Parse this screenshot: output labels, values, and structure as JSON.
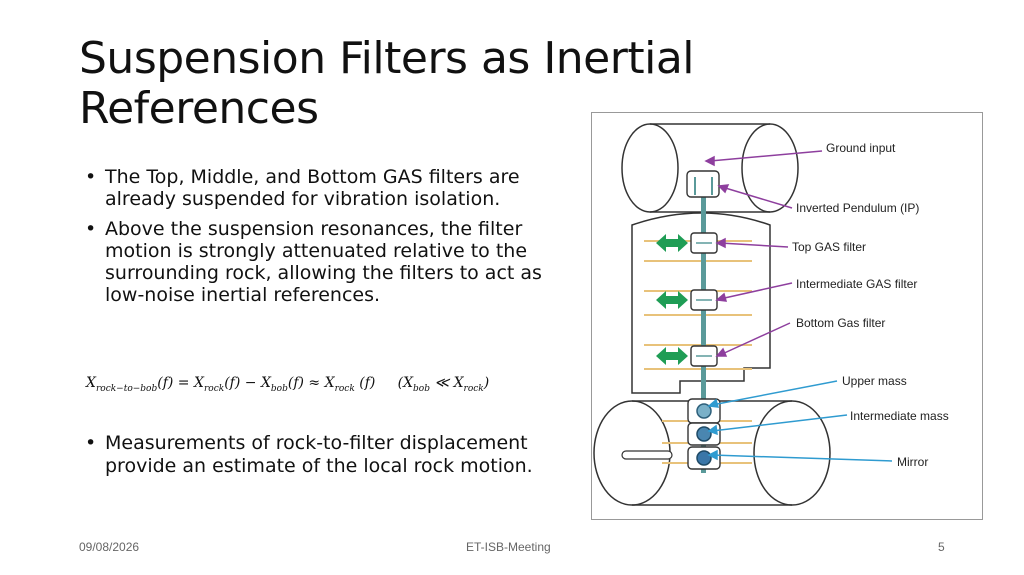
{
  "slide": {
    "title_line1": "Suspension Filters as Inertial",
    "title_line2": "References",
    "bullets": [
      "The Top, Middle, and Bottom GAS filters are already suspended for vibration isolation.",
      "Above the suspension resonances, the filter motion is strongly attenuated relative to the surrounding rock, allowing the filters to act as low-noise inertial references."
    ],
    "bullet3": "Measurements of  rock-to-filter displacement provide an estimate of the local rock motion.",
    "footer": {
      "date": "09/08/2026",
      "center": "ET-ISB-Meeting",
      "page": "5"
    }
  },
  "formula": {
    "lhs": "X",
    "lhs_sub": "rock−to−bob",
    "f": "(f)",
    "t1": "X",
    "t1_sub": "rock",
    "t2": "X",
    "t2_sub": "bob",
    "approx": "≈",
    "t3": "X",
    "t3_sub": "rock",
    "cond_a": "X",
    "cond_a_sub": "bob",
    "ll": "≪",
    "cond_b": "X",
    "cond_b_sub": "rock"
  },
  "diagram": {
    "labels": {
      "ground": "Ground input",
      "ip": "Inverted Pendulum (IP)",
      "top": "Top GAS filter",
      "intermediate": "Intermediate GAS filter",
      "bottom": "Bottom Gas filter",
      "upper_mass": "Upper mass",
      "intermediate_mass": "Intermediate mass",
      "mirror": "Mirror"
    },
    "colors": {
      "purple": "#8e3f9e",
      "blue": "#2f9bd0",
      "green": "#1f9d55",
      "rod": "#5a9a9a",
      "shelf": "#e8c27a"
    }
  }
}
